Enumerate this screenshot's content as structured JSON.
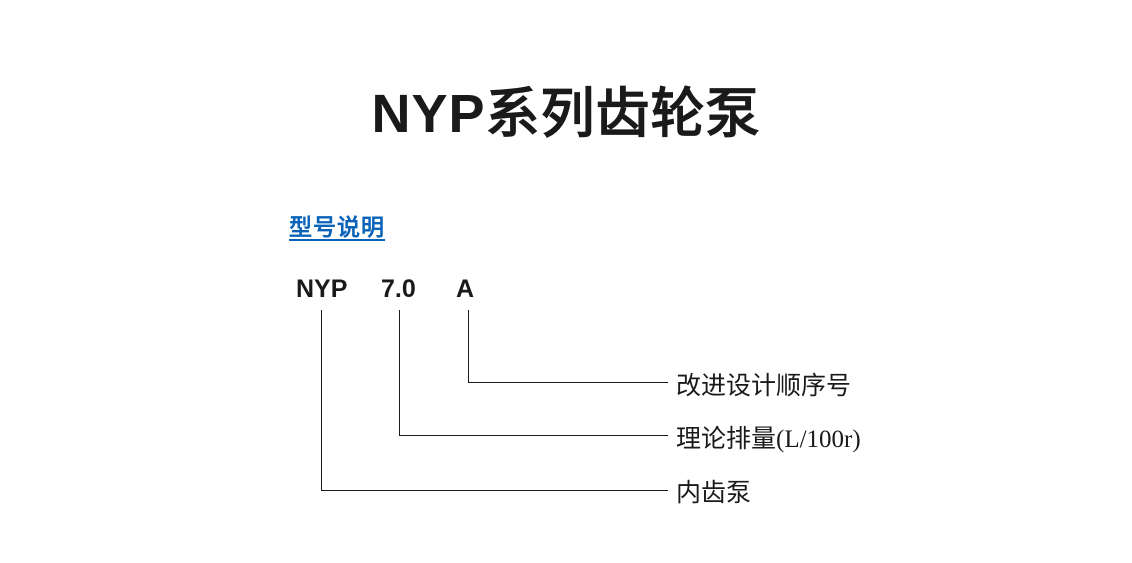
{
  "page": {
    "title": "NYP系列齿轮泵",
    "section_heading": "型号说明",
    "model_code": {
      "tokens": [
        {
          "name": "series",
          "text": "NYP"
        },
        {
          "name": "displacement",
          "text": "7.0"
        },
        {
          "name": "design-revision",
          "text": "A"
        }
      ]
    },
    "callouts": [
      {
        "name": "design-revision-note",
        "text": "改进设计顺序号"
      },
      {
        "name": "displacement-note",
        "text": "理论排量(L/100r)"
      },
      {
        "name": "pump-type-note",
        "text": "内齿泵"
      }
    ],
    "colors": {
      "text": "#1a1a1a",
      "accent": "#0a63b8",
      "background": "#ffffff"
    }
  }
}
